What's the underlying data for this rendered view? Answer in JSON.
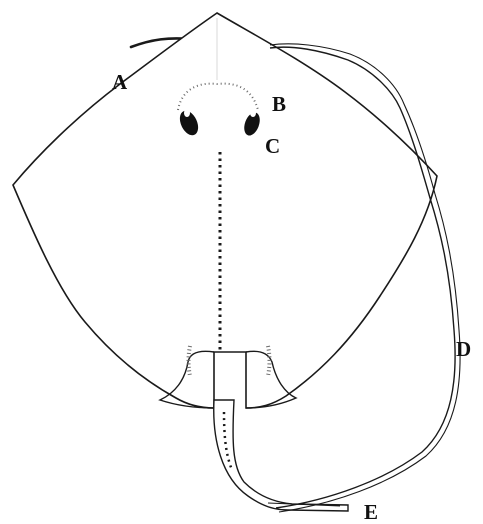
{
  "labels": {
    "a": "A",
    "b": "B",
    "c": "C",
    "d": "D",
    "e": "E"
  },
  "colors": {
    "ink": "#1a1a1a",
    "stipple": "#6a6a6a",
    "background": "#ffffff"
  }
}
